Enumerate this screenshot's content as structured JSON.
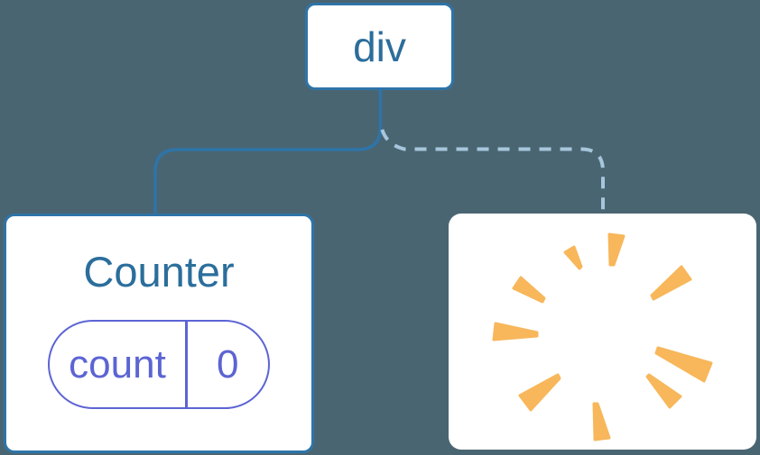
{
  "diagram": {
    "type": "component-tree",
    "nodes": {
      "root": {
        "label": "div"
      },
      "counter": {
        "title": "Counter",
        "state": {
          "key": "count",
          "value": "0"
        }
      },
      "destroyed": {
        "icon": "poof-icon"
      }
    },
    "edges": [
      {
        "from": "root",
        "to": "counter",
        "style": "solid"
      },
      {
        "from": "root",
        "to": "destroyed",
        "style": "dashed"
      }
    ]
  },
  "colors": {
    "background": "#4A6572",
    "node_bg": "#FFFFFF",
    "node_border": "#2E74A8",
    "node_text": "#2B6E9C",
    "solid_edge": "#2E74A8",
    "dashed_edge": "#A6C6DB",
    "state_accent": "#5C64D3",
    "poof": "#F7B75A"
  }
}
